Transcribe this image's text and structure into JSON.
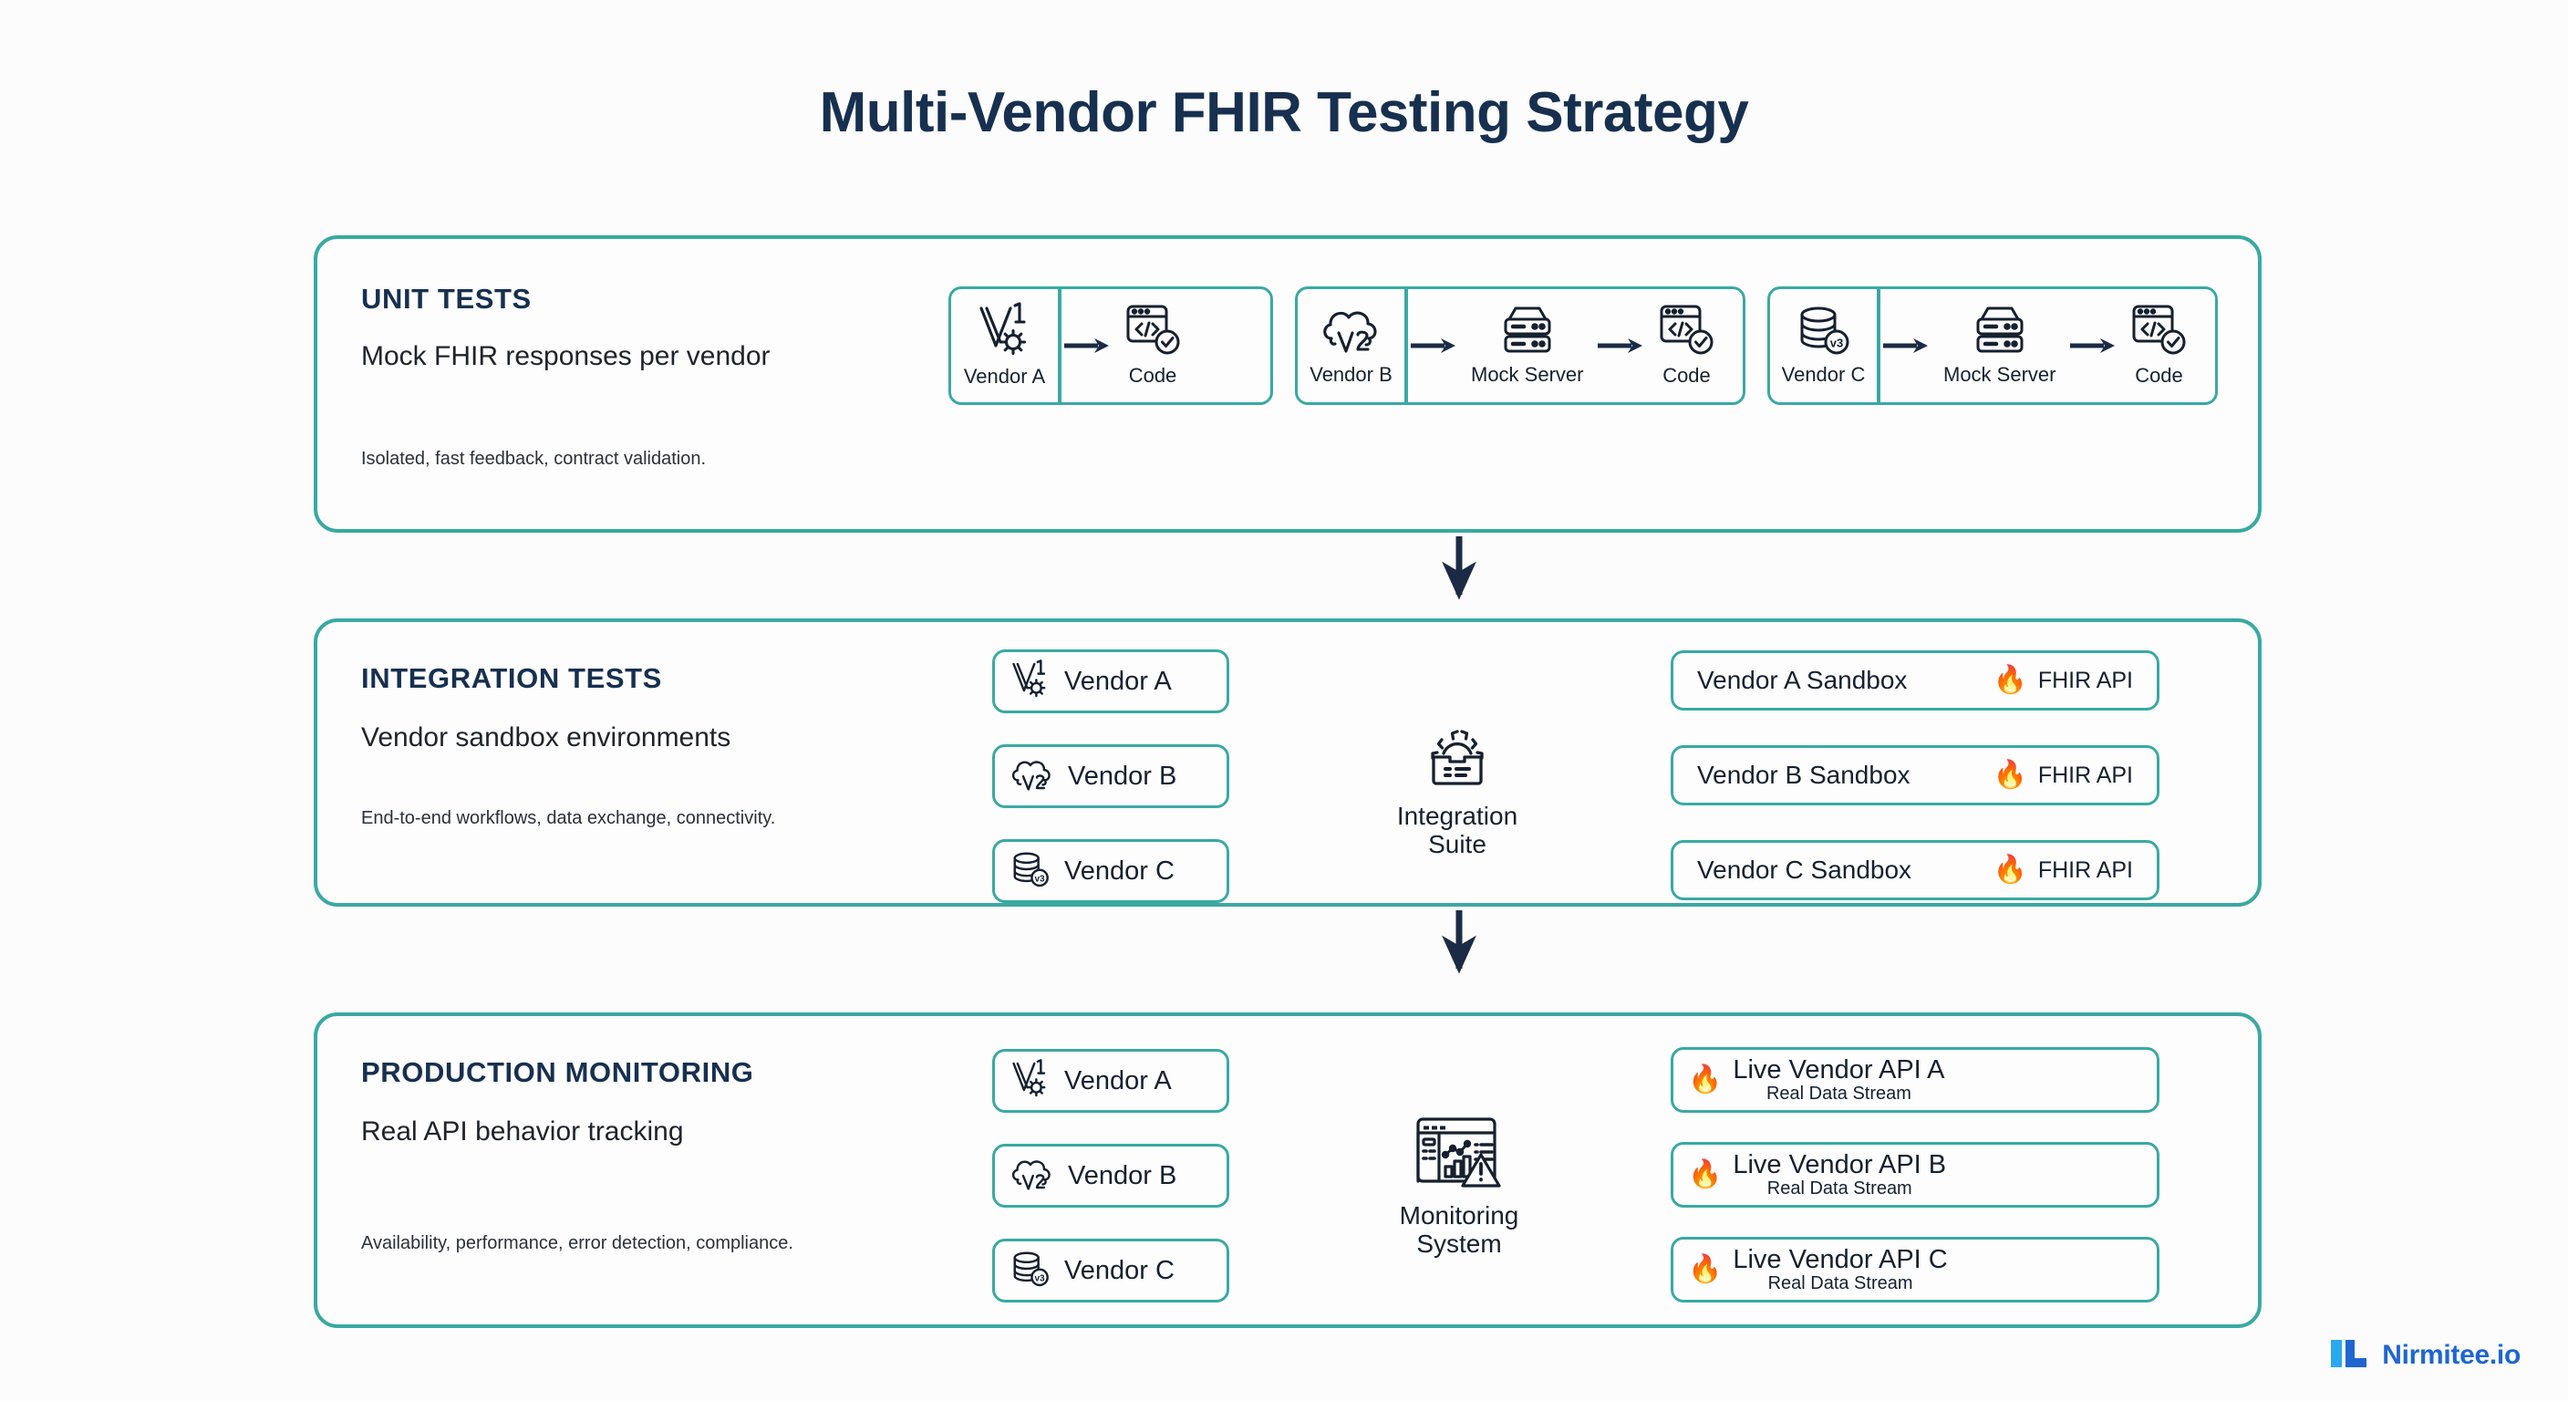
{
  "title": "Multi-Vendor FHIR Testing Strategy",
  "colors": {
    "background": "#fcfcfd",
    "panel_border": "#3aa9a2",
    "heading": "#17304f",
    "arrow": "#1b2b45",
    "brand_blue": "#1f66d0",
    "brand_blue_light": "#29a8f0",
    "flame_orange": "#e8552a"
  },
  "sections": [
    {
      "id": "unit",
      "label": "UNIT TESTS",
      "subtitle": "Mock FHIR responses per vendor",
      "footnote": "Isolated, fast feedback, contract validation.",
      "groups": [
        {
          "vendor": "Vendor A",
          "vendor_icon": "v1-gear-icon",
          "steps": [
            "Code"
          ],
          "step_icons": [
            "code-check-icon"
          ]
        },
        {
          "vendor": "Vendor B",
          "vendor_icon": "cloud-v2-icon",
          "steps": [
            "Mock Server",
            "Code"
          ],
          "step_icons": [
            "server-icon",
            "code-check-icon"
          ]
        },
        {
          "vendor": "Vendor C",
          "vendor_icon": "database-v3-icon",
          "steps": [
            "Mock Server",
            "Code"
          ],
          "step_icons": [
            "server-icon",
            "code-check-icon"
          ]
        }
      ]
    },
    {
      "id": "integration",
      "label": "INTEGRATION TESTS",
      "subtitle": "Vendor sandbox environments",
      "footnote": "End-to-end workflows, data exchange, connectivity.",
      "vendors": [
        {
          "label": "Vendor A",
          "icon": "v1-gear-icon"
        },
        {
          "label": "Vendor B",
          "icon": "cloud-v2-icon"
        },
        {
          "label": "Vendor C",
          "icon": "database-v3-icon"
        }
      ],
      "hub": {
        "label_line1": "Integration",
        "label_line2": "Suite",
        "icon": "integration-suite-icon"
      },
      "outputs": [
        {
          "name": "Vendor A Sandbox",
          "api_label": "FHIR API",
          "icon": "fire-icon"
        },
        {
          "name": "Vendor B Sandbox",
          "api_label": "FHIR API",
          "icon": "fire-icon"
        },
        {
          "name": "Vendor C Sandbox",
          "api_label": "FHIR API",
          "icon": "fire-icon"
        }
      ]
    },
    {
      "id": "production",
      "label": "PRODUCTION MONITORING",
      "subtitle": "Real API behavior tracking",
      "footnote": "Availability, performance, error detection, compliance.",
      "vendors": [
        {
          "label": "Vendor A",
          "icon": "v1-gear-icon"
        },
        {
          "label": "Vendor B",
          "icon": "cloud-v2-icon"
        },
        {
          "label": "Vendor C",
          "icon": "database-v3-icon"
        }
      ],
      "hub": {
        "label_line1": "Monitoring",
        "label_line2": "System",
        "icon": "monitoring-dashboard-icon"
      },
      "outputs": [
        {
          "title": "Live Vendor API A",
          "subtitle": "Real Data Stream",
          "icon": "fire-icon"
        },
        {
          "title": "Live Vendor API B",
          "subtitle": "Real Data Stream",
          "icon": "fire-icon"
        },
        {
          "title": "Live Vendor API C",
          "subtitle": "Real Data Stream",
          "icon": "fire-icon"
        }
      ]
    }
  ],
  "footer": {
    "brand": "Nirmitee.io",
    "logo_icon": "nirmitee-logo-icon"
  }
}
